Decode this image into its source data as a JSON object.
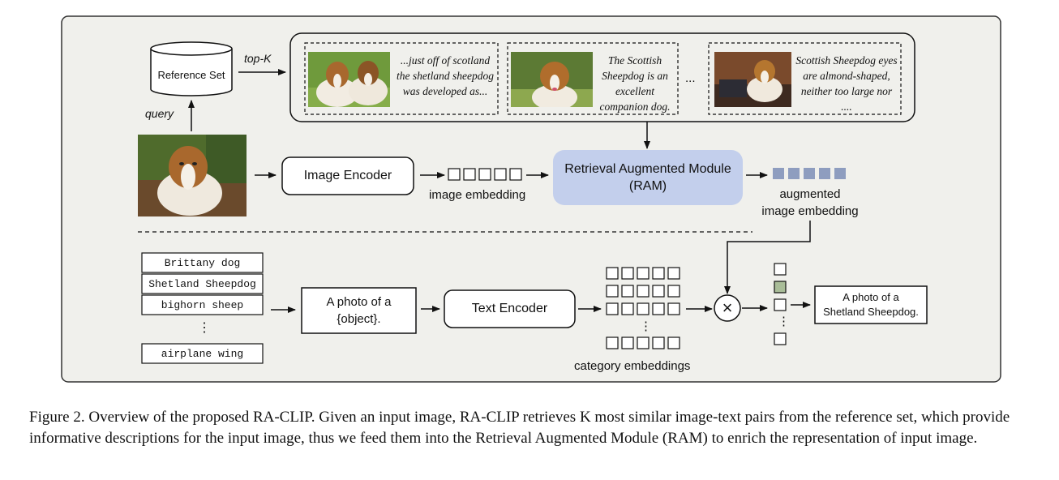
{
  "diagram": {
    "reference_set_label": "Reference Set",
    "top_k_label": "top-K",
    "query_label": "query",
    "retrieved_texts": [
      "...just off of scotland the shetland sheepdog was developed as...",
      "The Scottish Sheepdog is an excellent companion dog.",
      "Scottish Sheepdog eyes are almond-shaped, neither too large nor ...."
    ],
    "ellipsis": "...",
    "image_encoder_label": "Image Encoder",
    "image_embedding_label": "image embedding",
    "ram_label_line1": "Retrieval Augmented Module",
    "ram_label_line2": "(RAM)",
    "augmented_label_line1": "augmented",
    "augmented_label_line2": "image embedding",
    "categories": [
      "Brittany dog",
      "Shetland Sheepdog",
      "bighorn sheep",
      "airplane wing"
    ],
    "vertical_ellipsis": "⋮",
    "prompt_line1": "A photo of a",
    "prompt_line2": "{object}.",
    "text_encoder_label": "Text Encoder",
    "category_embeddings_label": "category embeddings",
    "multiply_symbol": "×",
    "output_line1": "A photo of a",
    "output_line2": "Shetland Sheepdog.",
    "colors": {
      "panel_bg": "#f0f0ec",
      "ram_fill": "#c3cfec",
      "aug_square": "#8e9dbf",
      "selected_square": "#a9bd98"
    }
  },
  "caption": "Figure 2. Overview of the proposed RA-CLIP. Given an input image, RA-CLIP retrieves K most similar image-text pairs from the reference set, which provide informative descriptions for the input image, thus we feed them into the Retrieval Augmented Module (RAM) to enrich the representation of input image."
}
